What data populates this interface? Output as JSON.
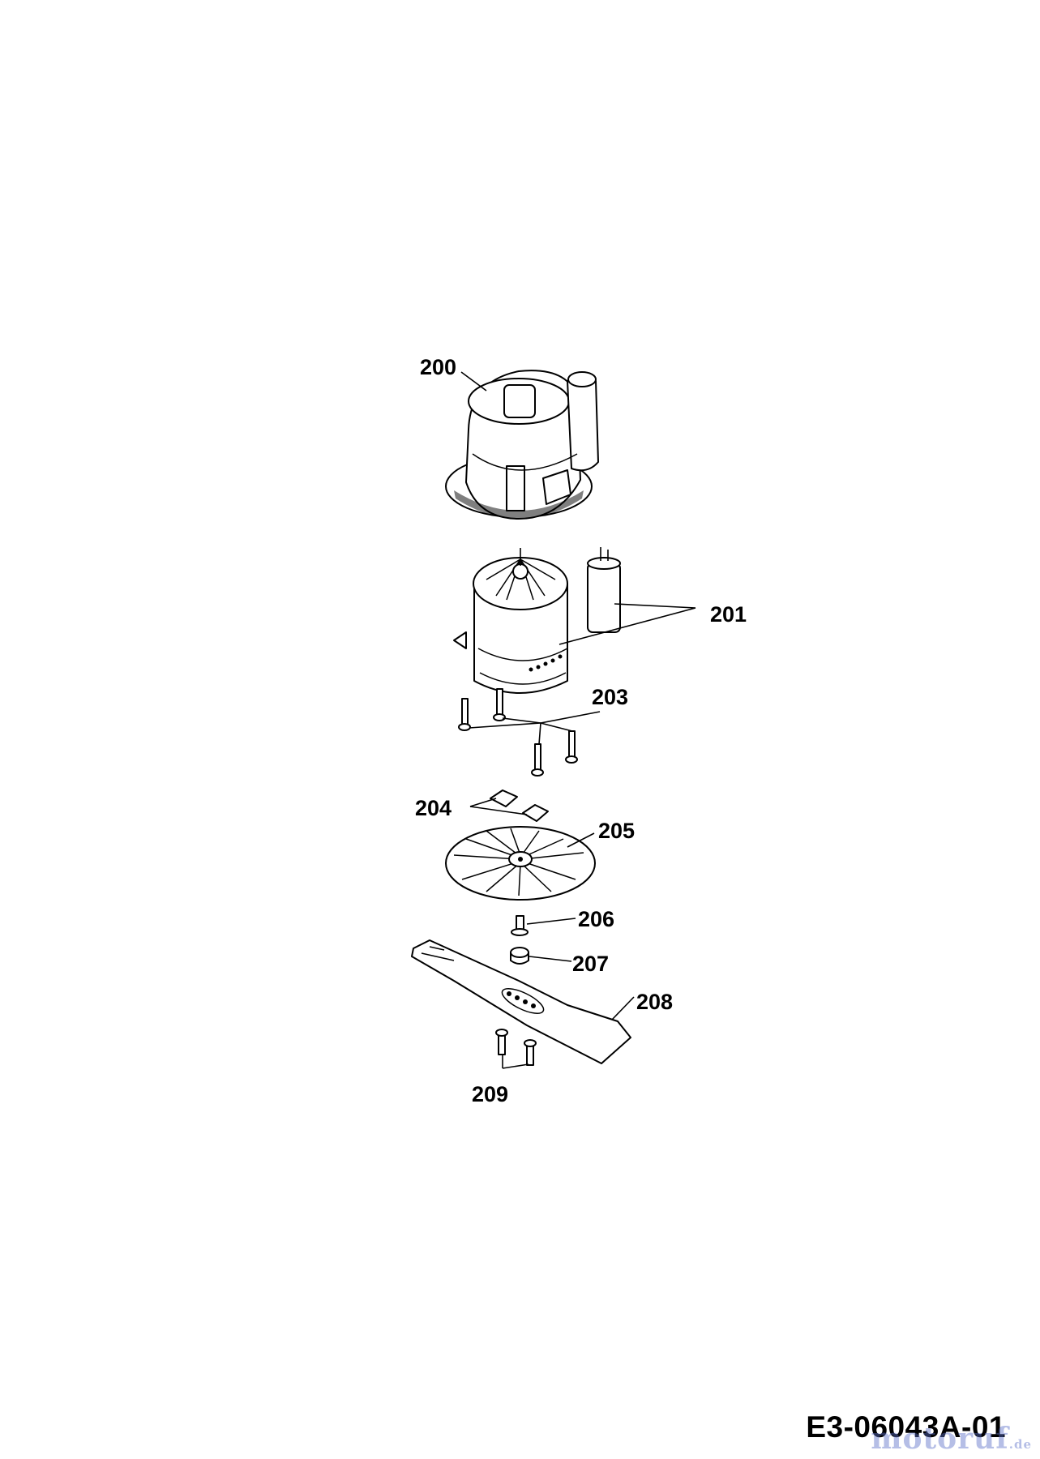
{
  "diagram": {
    "callouts": [
      "200",
      "201",
      "203",
      "204",
      "205",
      "206",
      "207",
      "208",
      "209"
    ]
  },
  "drawing_code": "E3-06043A-01",
  "watermark": {
    "text": "motoruf",
    "suffix": ".de"
  }
}
